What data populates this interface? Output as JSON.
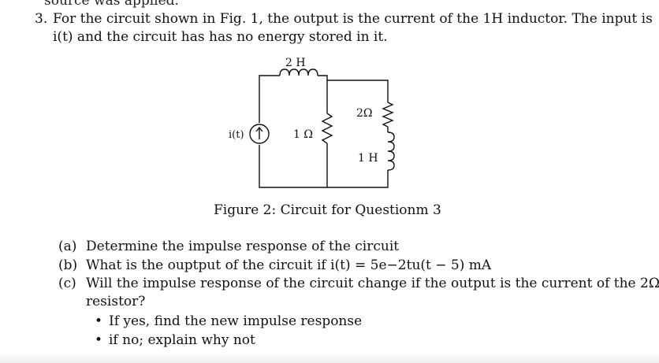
{
  "cutoff_text": "source was applied.",
  "question": {
    "number": "3.",
    "line1": "For the circuit shown in Fig. 1, the output is the current of the 1H inductor. The input is",
    "line2": "i(t) and the circuit has has no energy stored in it."
  },
  "circuit": {
    "source_label": "i(t)",
    "source_arrow": "↑",
    "top_inductor": "2 H",
    "left_resistor": "1 Ω",
    "right_resistor": "2Ω",
    "right_inductor": "1 H"
  },
  "caption": "Figure 2: Circuit for Questionm 3",
  "parts": [
    {
      "label": "(a)",
      "text": "Determine the impulse response of the circuit"
    },
    {
      "label": "(b)",
      "text": "What is the ouptput of the circuit if i(t) = 5e−2tu(t − 5) mA"
    },
    {
      "label": "(c)",
      "text": "Will the impulse response of the circuit change if the output is the current of the 2Ω"
    },
    {
      "label": "",
      "text": "resistor?"
    }
  ],
  "bullets": [
    {
      "dot": "•",
      "text": "If yes, find the new impulse response"
    },
    {
      "dot": "•",
      "text": "if no; explain why not"
    }
  ]
}
